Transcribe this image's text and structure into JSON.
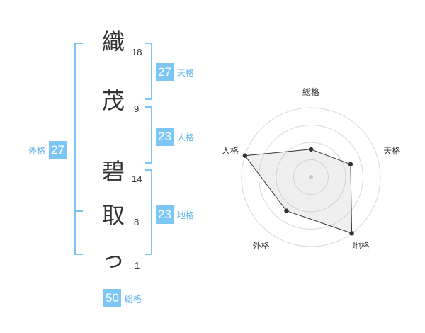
{
  "name": {
    "chars": [
      "織",
      "茂",
      "碧",
      "取",
      "っ"
    ],
    "strokes": [
      "18",
      "9",
      "14",
      "8",
      "1"
    ]
  },
  "fortune": {
    "tenkaku": {
      "value": "27",
      "label": "天格"
    },
    "jinkaku": {
      "value": "23",
      "label": "人格"
    },
    "chikaku": {
      "value": "23",
      "label": "地格"
    },
    "gaikaku": {
      "value": "27",
      "label": "外格"
    },
    "soukaku": {
      "value": "50",
      "label": "総格"
    }
  },
  "colors": {
    "bracket": "#7cc6f5",
    "badge": "#7cc6f5",
    "badge_text": "#5ab2ea"
  },
  "chart_data": {
    "type": "radar",
    "axes": [
      "総格",
      "天格",
      "地格",
      "外格",
      "人格"
    ],
    "values": [
      2,
      3,
      5,
      3,
      5
    ],
    "range": [
      0,
      5
    ],
    "rings": 4
  }
}
